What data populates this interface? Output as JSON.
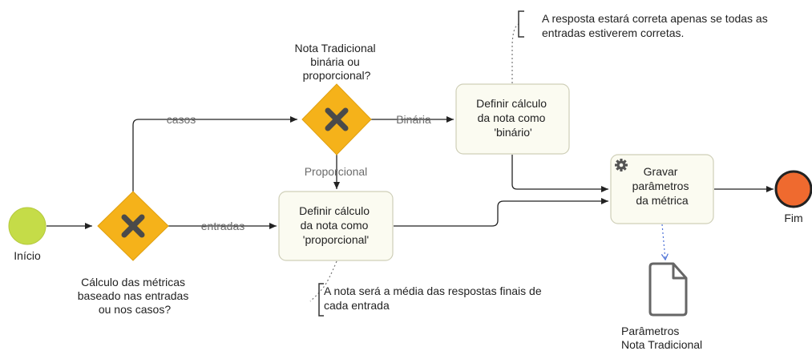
{
  "colors": {
    "start_fill": "#c5dc48",
    "end_fill": "#ef6a2f",
    "gateway_fill": "#f5b21a",
    "gateway_x": "#4a4a4a",
    "task_fill": "#fbfbf1",
    "task_stroke": "#cfcfb8",
    "line": "#222222",
    "label_gray": "#6b6b6b",
    "data_object_stroke": "#666666",
    "association_arrow": "#4a6fd6"
  },
  "icons": {
    "gateway": "x-icon",
    "service_task": "gear-icon",
    "data_object": "document-icon"
  },
  "start_event": {
    "label": "Início"
  },
  "end_event": {
    "label": "Fim"
  },
  "gateway_metrics": {
    "label_lines": [
      "Cálculo das métricas",
      "baseado nas entradas",
      "ou nos casos?"
    ]
  },
  "gateway_grade": {
    "label_lines": [
      "Nota Tradicional",
      "binária ou",
      "proporcional?"
    ]
  },
  "flows": {
    "casos": "casos",
    "entradas": "entradas",
    "binaria": "Binária",
    "proporcional": "Proporcional"
  },
  "task_binary": {
    "lines": [
      "Definir cálculo",
      "da nota como",
      "'binário'"
    ]
  },
  "task_proportional": {
    "lines": [
      "Definir cálculo",
      "da nota como",
      "'proporcional'"
    ]
  },
  "task_save": {
    "lines": [
      "Gravar",
      "parâmetros",
      "da métrica"
    ]
  },
  "annotation_top": {
    "lines": [
      "A resposta estará correta apenas se todas as",
      "entradas estiverem corretas."
    ]
  },
  "annotation_bottom": {
    "lines": [
      "A nota será a média das respostas finais de",
      "cada entrada"
    ]
  },
  "data_object": {
    "label_lines": [
      "Parâmetros",
      "Nota Tradicional"
    ]
  }
}
